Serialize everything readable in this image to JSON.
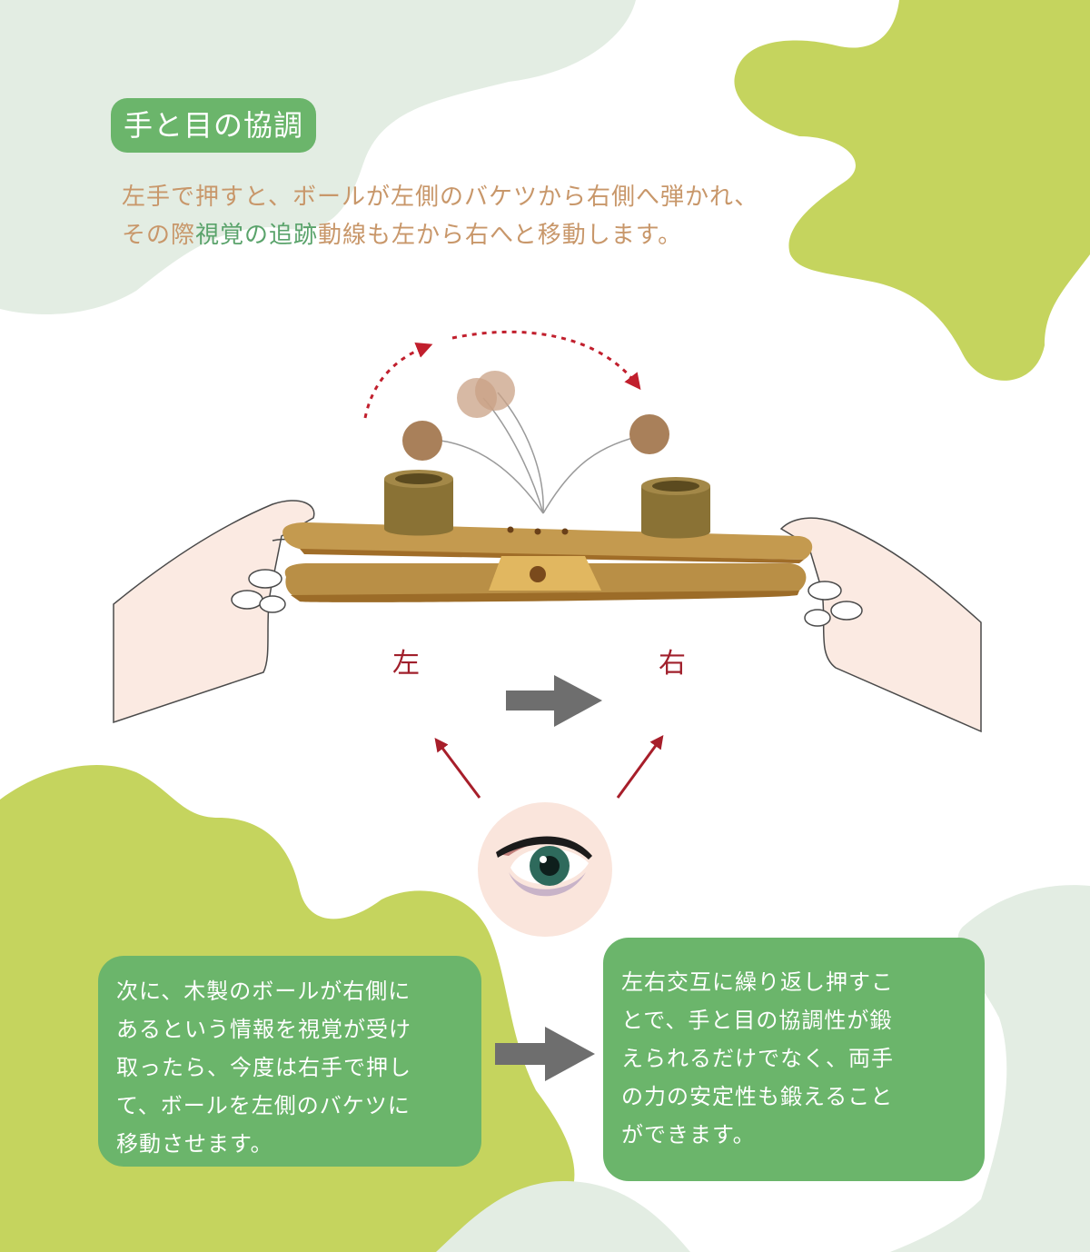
{
  "title": "手と目の協調",
  "intro": {
    "line1": "左手で押すと、ボールが左側のバケツから右側へ弾かれ、",
    "line2_a": "その際",
    "line2_highlight": "視覚の追跡",
    "line2_b": "動線も左から右へと移動します。"
  },
  "labels": {
    "left": "左",
    "right": "右"
  },
  "box_left": [
    "次に、木製のボールが右側に",
    "あるという情報を視覚が受け",
    "取ったら、今度は右手で押し",
    "て、ボールを左側のバケツに",
    "移動させます。"
  ],
  "box_right": [
    "左右交互に繰り返し押すこ",
    "とで、手と目の協調性が鍛",
    "えられるだけでなく、両手",
    "の力の安定性も鍛えること",
    "ができます。"
  ],
  "colors": {
    "accent_green": "#6bb56b",
    "lime_blob": "#c5d45e",
    "pale_blob": "#e3ede3",
    "intro_text": "#c8976a",
    "red_label": "#a01f2b",
    "wood": "#b98f46",
    "arrow_gray": "#6e6e6e"
  }
}
